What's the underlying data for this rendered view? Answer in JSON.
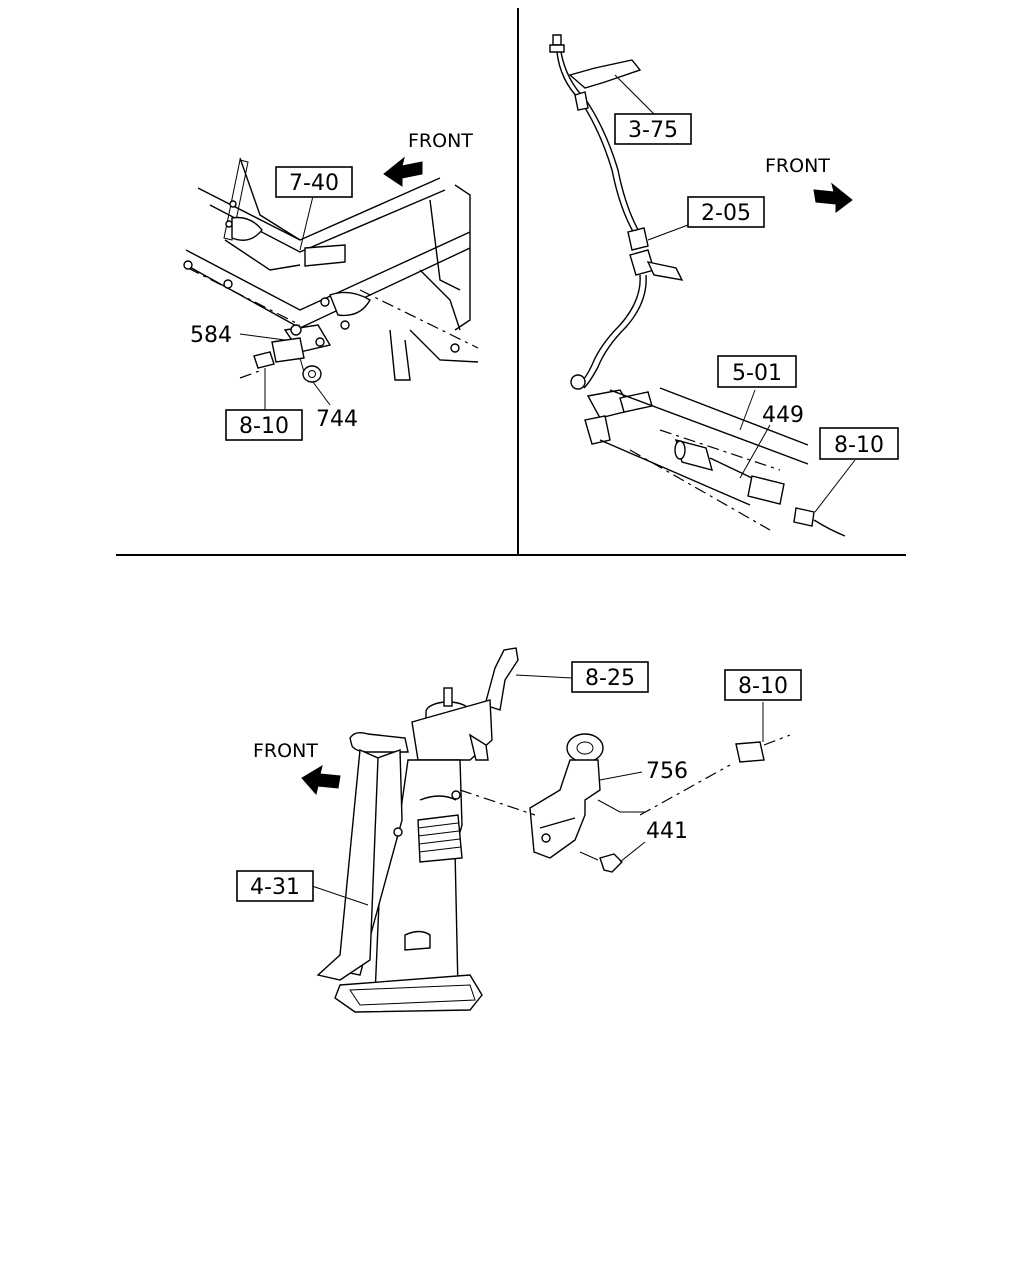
{
  "panels": {
    "top_left": {
      "front_label": "FRONT",
      "callouts": {
        "ref_7_40": "7-40",
        "ref_8_10": "8-10",
        "part_584": "584",
        "part_744": "744"
      }
    },
    "top_right": {
      "front_label": "FRONT",
      "callouts": {
        "ref_3_75": "3-75",
        "ref_2_05": "2-05",
        "ref_5_01": "5-01",
        "ref_8_10": "8-10",
        "part_449": "449"
      }
    },
    "bottom": {
      "front_label": "FRONT",
      "callouts": {
        "ref_8_25": "8-25",
        "ref_8_10": "8-10",
        "ref_4_31": "4-31",
        "part_756": "756",
        "part_441": "441"
      }
    }
  }
}
